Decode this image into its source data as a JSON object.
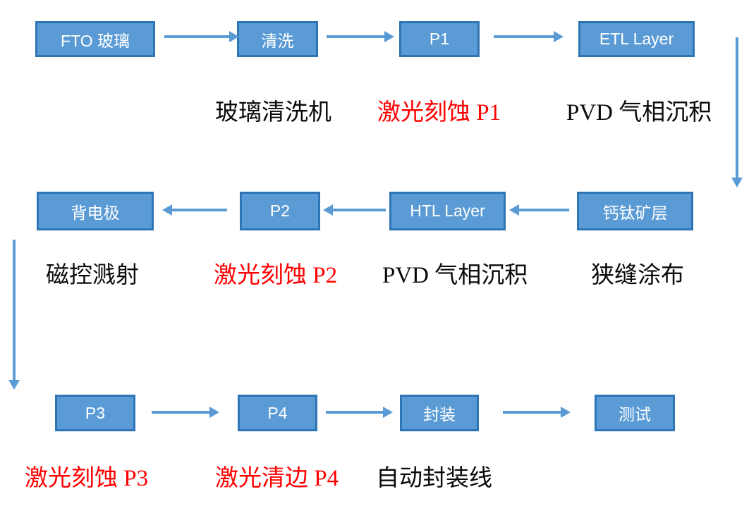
{
  "diagram": {
    "title": "perovskite-module-production-flowchart",
    "colors": {
      "box_fill": "#5b9bd5",
      "box_border": "#2e75b6",
      "arrow": "#5b9bd5",
      "label_black": "#0a0a0a",
      "label_red": "#ff0000",
      "box_text": "#ffffff",
      "background": "#ffffff"
    },
    "boxes": [
      {
        "id": "fto-glass",
        "label": "FTO 玻璃"
      },
      {
        "id": "cleaning",
        "label": "清洗"
      },
      {
        "id": "p1",
        "label": "P1"
      },
      {
        "id": "etl-layer",
        "label": "ETL Layer"
      },
      {
        "id": "back-electrode",
        "label": "背电极"
      },
      {
        "id": "p2",
        "label": "P2"
      },
      {
        "id": "htl-layer",
        "label": "HTL Layer"
      },
      {
        "id": "perovskite-layer",
        "label": "钙钛矿层"
      },
      {
        "id": "p3",
        "label": "P3"
      },
      {
        "id": "p4",
        "label": "P4"
      },
      {
        "id": "encapsulation",
        "label": "封装"
      },
      {
        "id": "testing",
        "label": "测试"
      }
    ],
    "arrows": [
      {
        "from": "fto-glass",
        "to": "cleaning",
        "direction": "right"
      },
      {
        "from": "cleaning",
        "to": "p1",
        "direction": "right"
      },
      {
        "from": "p1",
        "to": "etl-layer",
        "direction": "right"
      },
      {
        "from": "etl-layer",
        "to": "perovskite-layer",
        "direction": "down"
      },
      {
        "from": "perovskite-layer",
        "to": "htl-layer",
        "direction": "left"
      },
      {
        "from": "htl-layer",
        "to": "p2",
        "direction": "left"
      },
      {
        "from": "p2",
        "to": "back-electrode",
        "direction": "left"
      },
      {
        "from": "back-electrode",
        "to": "p3",
        "direction": "down"
      },
      {
        "from": "p3",
        "to": "p4",
        "direction": "right"
      },
      {
        "from": "p4",
        "to": "encapsulation",
        "direction": "right"
      },
      {
        "from": "encapsulation",
        "to": "testing",
        "direction": "right"
      }
    ],
    "labels": [
      {
        "id": "glass-washer",
        "text": "玻璃清洗机",
        "color": "black"
      },
      {
        "id": "laser-etch-p1",
        "text": "激光刻蚀 P1",
        "color": "red"
      },
      {
        "id": "pvd-deposition-etl",
        "text": "PVD 气相沉积",
        "color": "black"
      },
      {
        "id": "magnetron-sputter",
        "text": "磁控溅射",
        "color": "black"
      },
      {
        "id": "laser-etch-p2",
        "text": "激光刻蚀 P2",
        "color": "red"
      },
      {
        "id": "pvd-deposition-htl",
        "text": "PVD 气相沉积",
        "color": "black"
      },
      {
        "id": "slot-die-coating",
        "text": "狭缝涂布",
        "color": "black"
      },
      {
        "id": "laser-etch-p3",
        "text": "激光刻蚀 P3",
        "color": "red"
      },
      {
        "id": "laser-edge-clean-p4",
        "text": "激光清边 P4",
        "color": "red"
      },
      {
        "id": "auto-encapsulation",
        "text": "自动封装线",
        "color": "black"
      }
    ]
  }
}
